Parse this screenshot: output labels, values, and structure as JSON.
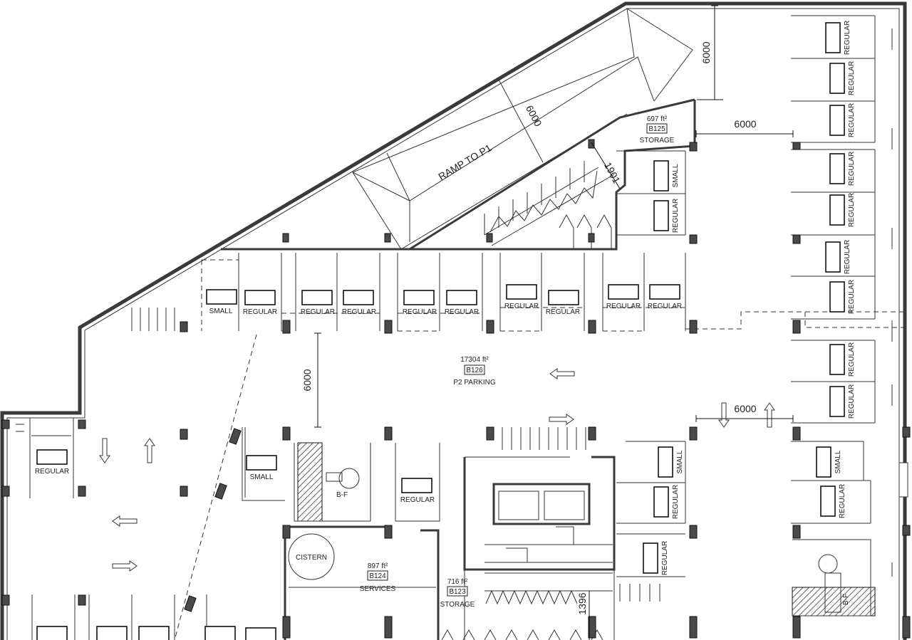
{
  "rooms": {
    "storage_b125": {
      "area": "697 ft²",
      "tag": "B125",
      "name": "STORAGE"
    },
    "parking_b126": {
      "area": "17304 ft²",
      "tag": "B126",
      "name": "P2 PARKING"
    },
    "services_b124": {
      "area": "897 ft²",
      "tag": "B124",
      "name": "SERVICES"
    },
    "storage_b123": {
      "area": "716 ft²",
      "tag": "B123",
      "name": "STORAGE"
    }
  },
  "ramp_label": "RAMP TO P1",
  "cistern_label": "CISTERN",
  "barrier_free_label": "B-F",
  "stall_types": {
    "small": "SMALL",
    "regular": "REGULAR"
  },
  "dimensions": {
    "top_right_vertical": "6000",
    "ramp_width": "6000",
    "right_aisle_top": "6000",
    "stair_width": "1901",
    "center_aisle": "6000",
    "right_aisle_mid": "6000",
    "stair_bottom": "1396"
  },
  "stalls": {
    "row_top": [
      "SMALL",
      "REGULAR",
      "REGULAR",
      "REGULAR",
      "REGULAR",
      "REGULAR",
      "REGULAR",
      "REGULAR",
      "REGULAR",
      "REGULAR"
    ],
    "right_column": [
      "REGULAR",
      "REGULAR",
      "REGULAR",
      "REGULAR",
      "REGULAR",
      "REGULAR",
      "REGULAR",
      "REGULAR",
      "REGULAR"
    ],
    "mid_column_upper": [
      "SMALL",
      "REGULAR"
    ],
    "mid_column_lower": [
      "SMALL",
      "REGULAR",
      "REGULAR"
    ],
    "right_lower": [
      "SMALL",
      "REGULAR"
    ],
    "left_block": [
      "REGULAR",
      "SMALL",
      "REGULAR"
    ]
  }
}
